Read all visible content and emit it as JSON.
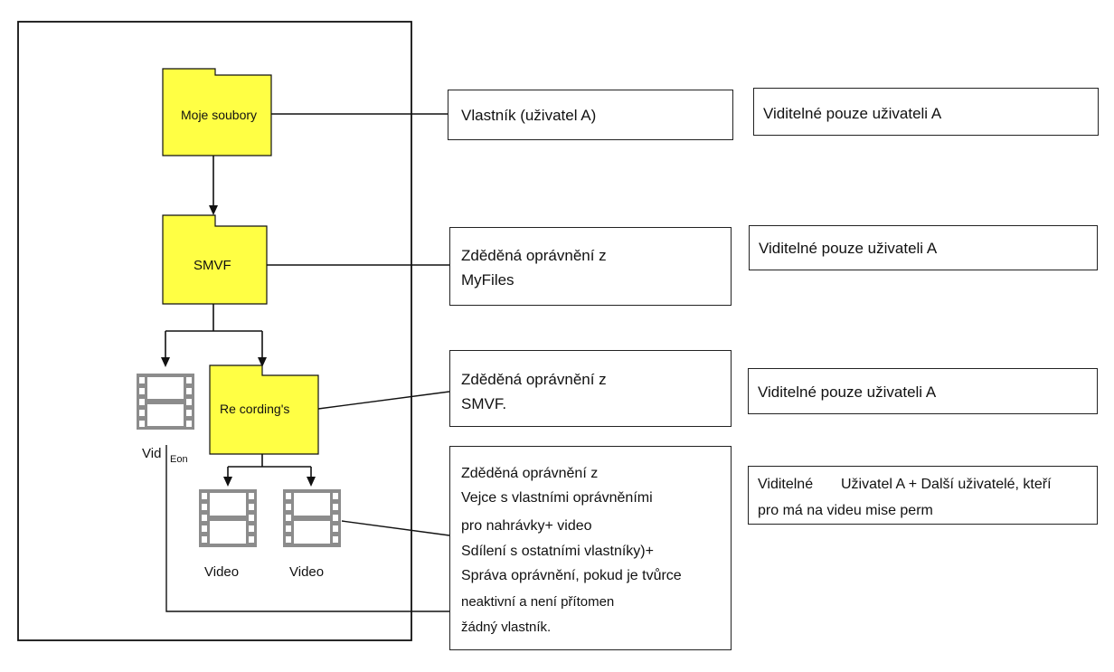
{
  "colors": {
    "folder_fill": "#FFFF44",
    "line": "#111111",
    "video_icon": "#8c8c8c"
  },
  "folders": {
    "moje_soubory": {
      "label": "Moje soubory",
      "icon": "folder-icon"
    },
    "smvf": {
      "label": "SMVF",
      "icon": "folder-icon"
    },
    "recordings": {
      "label": "Re cording's",
      "icon": "folder-icon"
    }
  },
  "videos": {
    "left_video": {
      "label": "Vid",
      "suffix": "Eon",
      "icon": "video-film-icon"
    },
    "video_a": {
      "label": "Video",
      "icon": "video-film-icon"
    },
    "video_b": {
      "label": "Video",
      "icon": "video-film-icon"
    }
  },
  "permission_boxes": [
    {
      "lines": [
        "Vlastník (uživatel A)"
      ]
    },
    {
      "lines": [
        "Zděděná oprávnění z",
        "MyFiles"
      ]
    },
    {
      "lines": [
        "Zděděná oprávnění z",
        "SMVF."
      ]
    },
    {
      "lines": [
        "Zděděná oprávnění z",
        "Vejce s vlastními oprávněními",
        "pro nahrávky+ video",
        "Sdílení s ostatními vlastníky)+",
        "Správa oprávnění, pokud je tvůrce",
        "neaktivní a není přítomen",
        "žádný vlastník."
      ]
    }
  ],
  "visibility_boxes": [
    {
      "lines": [
        "Viditelné pouze uživateli A"
      ]
    },
    {
      "lines": [
        "Viditelné pouze uživateli A"
      ]
    },
    {
      "lines": [
        "Viditelné pouze uživateli A"
      ]
    },
    {
      "line1_a": "Viditelné",
      "line1_b": "Uživatel A + Další uživatelé, kteří",
      "line2": "pro má na videu mise perm"
    }
  ]
}
